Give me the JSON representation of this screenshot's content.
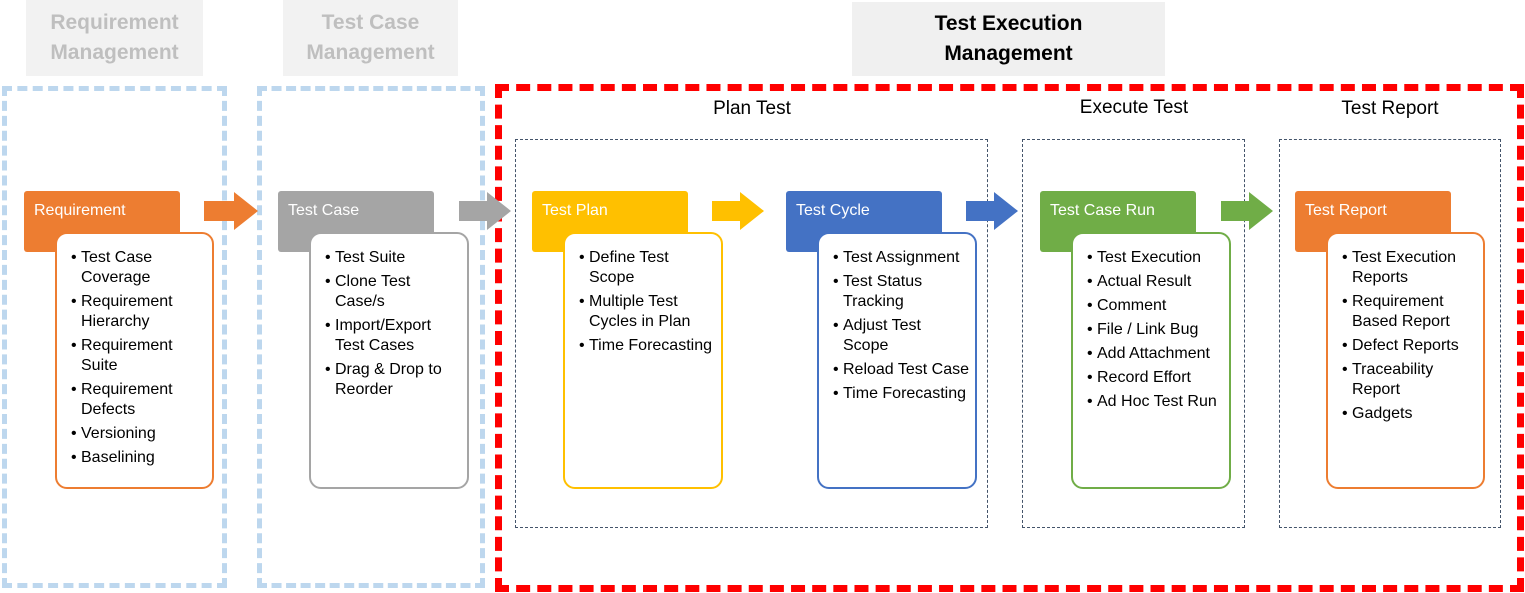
{
  "stages": {
    "requirement_management": "Requirement\nManagement",
    "test_case_management": "Test Case\nManagement",
    "test_execution_management": "Test Execution\nManagement"
  },
  "phases": {
    "plan_test": "Plan Test",
    "execute_test": "Execute Test",
    "test_report": "Test Report"
  },
  "colors": {
    "orange": "#ed7d31",
    "gray": "#a5a5a5",
    "yellow": "#ffc000",
    "blue": "#4472c4",
    "green": "#70ad47",
    "red_border": "#ff0000",
    "light_blue_border": "#bdd7ee"
  },
  "modules": [
    {
      "title": "Requirement",
      "items": [
        "Test Case Coverage",
        "Requirement Hierarchy",
        "Requirement Suite",
        "Requirement Defects",
        "Versioning",
        "Baselining"
      ]
    },
    {
      "title": "Test Case",
      "items": [
        "Test Suite",
        "Clone Test Case/s",
        "Import/Export Test Cases",
        "Drag & Drop to Reorder"
      ]
    },
    {
      "title": "Test Plan",
      "items": [
        "Define Test Scope",
        "Multiple Test Cycles in Plan",
        "Time Forecasting"
      ]
    },
    {
      "title": "Test Cycle",
      "items": [
        "Test Assignment",
        "Test Status Tracking",
        "Adjust Test Scope",
        "Reload Test Case",
        "Time Forecasting"
      ]
    },
    {
      "title": "Test Case Run",
      "items": [
        "Test Execution",
        "Actual Result",
        "Comment",
        "File / Link Bug",
        "Add Attachment",
        "Record Effort",
        "Ad Hoc Test Run"
      ]
    },
    {
      "title": "Test Report",
      "items": [
        "Test Execution Reports",
        "Requirement Based Report",
        "Defect Reports",
        "Traceability Report",
        "Gadgets"
      ]
    }
  ]
}
